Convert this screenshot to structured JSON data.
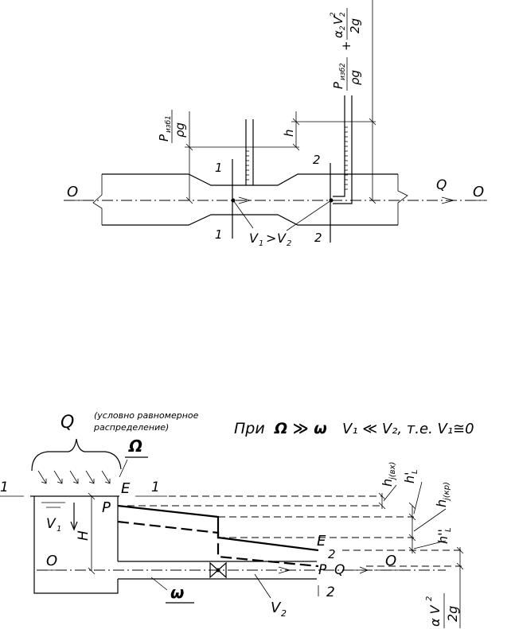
{
  "figure_top": {
    "p1_label": "P",
    "p1_sub": "изб1",
    "rho_g": "ρg",
    "p2_label": "P",
    "p2_sub": "изб2",
    "rho_g2": "ρg",
    "plus": "+",
    "alpha_num": "α",
    "alpha_sub": "2",
    "v_num": "V",
    "v_sub": "2",
    "v_sup": "2",
    "two_g": "2g",
    "h": "h",
    "sec1_top": "1",
    "sec1_bot": "1",
    "sec2_top": "2",
    "sec2_bot": "2",
    "axis_left": "O",
    "axis_right": "O",
    "flow": "Q",
    "v_compare": "V",
    "v_compare_sub1": "1",
    "v_compare_gt": ">",
    "v_compare_sub2": "2"
  },
  "figure_bottom": {
    "q_label": "Q",
    "note": "(условно равномерное распределение)",
    "note_line1": "(условно равномерное",
    "note_line2": "распределение)",
    "omega_big": "Ω",
    "condition": "При",
    "condition_rel": "Ω ≫ ω",
    "condition_v": "V₁ ≪ V₂, т.е. V₁≅0",
    "sec1_left": "1",
    "sec1_right": "1",
    "E1": "E",
    "P_top": "P",
    "V1": "V",
    "V1_sub": "1",
    "H": "H",
    "O_left": "O",
    "O_right": "O",
    "omega_small": "ω",
    "E2": "E",
    "E2_sub": "2",
    "P2": "P",
    "Q_right": "Q",
    "sec2": "2",
    "V2": "V",
    "V2_sub": "2",
    "hj_in": "h",
    "hj_in_sub": "j(вх)",
    "hl1": "h'",
    "hl1_sub": "L",
    "hj_kr": "h",
    "hj_kr_sub": "j(кр)",
    "hl2": "h''",
    "hl2_sub": "L",
    "aV2_num": "α V",
    "aV2_sup": "2",
    "aV2_den": "2g"
  }
}
